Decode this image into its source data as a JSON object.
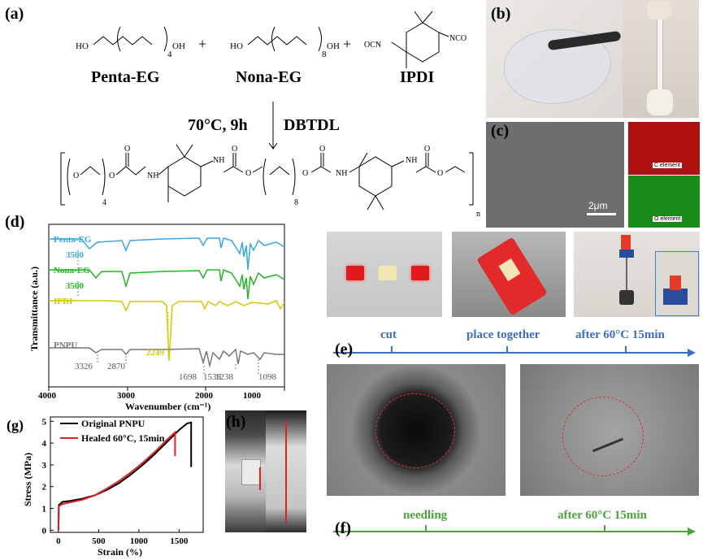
{
  "panels": {
    "a": "(a)",
    "b": "(b)",
    "c": "(c)",
    "d": "(d)",
    "e": "(e)",
    "f": "(f)",
    "g": "(g)",
    "h": "(h)"
  },
  "scheme": {
    "chains": [
      "4",
      "8"
    ],
    "groups": {
      "ho": "HO",
      "oh": "OH",
      "ocn": "OCN",
      "nco": "NCO",
      "plus": "+"
    },
    "reactants": [
      "Penta-EG",
      "Nona-EG",
      "IPDI"
    ],
    "condition_left": "70°C, 9h",
    "condition_right": "DBTDL",
    "product": {
      "o": "O",
      "nh": "NH",
      "h": "H",
      "n_sub": "n",
      "chains": [
        "4",
        "8"
      ]
    }
  },
  "sem": {
    "scale": "2μm",
    "c_map": "C element",
    "o_map": "O element"
  },
  "ftir": {
    "ylabel": "Transmittance (a.u.)",
    "xlabel": "Wavenumber (cm⁻¹)",
    "x_ticks": [
      "4000",
      "3000",
      "2000",
      "1000"
    ],
    "series": [
      {
        "name": "Penta-EG",
        "color": "#3aa7e0",
        "peaks": [
          "3500"
        ]
      },
      {
        "name": "Nona-EG",
        "color": "#22b822",
        "peaks": [
          "3500"
        ]
      },
      {
        "name": "IPDI",
        "color": "#d4c800",
        "peaks": [
          "2249"
        ]
      },
      {
        "name": "PNPU",
        "color": "#777777",
        "peaks": [
          "3326",
          "2870",
          "1698",
          "1539",
          "1238",
          "1098"
        ]
      }
    ]
  },
  "timeline_e": {
    "steps": [
      "cut",
      "place together",
      "after 60°C 15min"
    ],
    "color": "#3a6fc4"
  },
  "timeline_f": {
    "steps": [
      "needling",
      "after 60°C 15min"
    ],
    "color": "#4aa43a"
  },
  "chart_data": {
    "type": "line",
    "xlabel": "Strain (%)",
    "ylabel": "Stress (MPa)",
    "xlim": [
      -100,
      1800
    ],
    "ylim": [
      -0.1,
      5.2
    ],
    "x_ticks": [
      0,
      500,
      1000,
      1500
    ],
    "y_ticks": [
      0,
      1,
      2,
      3,
      4,
      5
    ],
    "legend": "top-left",
    "series": [
      {
        "name": "Original PNPU",
        "color": "#000000",
        "x": [
          0,
          5,
          50,
          150,
          300,
          450,
          600,
          750,
          900,
          1050,
          1200,
          1350,
          1500,
          1600,
          1650,
          1650
        ],
        "y": [
          0,
          1.15,
          1.3,
          1.35,
          1.45,
          1.6,
          1.85,
          2.15,
          2.55,
          3.0,
          3.5,
          4.05,
          4.6,
          4.9,
          4.95,
          2.9
        ]
      },
      {
        "name": "Healed 60°C, 15min",
        "color": "#e02020",
        "x": [
          0,
          5,
          50,
          150,
          300,
          450,
          600,
          750,
          900,
          1050,
          1200,
          1350,
          1450,
          1450
        ],
        "y": [
          0,
          1.1,
          1.2,
          1.28,
          1.4,
          1.6,
          1.9,
          2.25,
          2.65,
          3.1,
          3.6,
          4.15,
          4.5,
          3.4
        ]
      }
    ]
  }
}
